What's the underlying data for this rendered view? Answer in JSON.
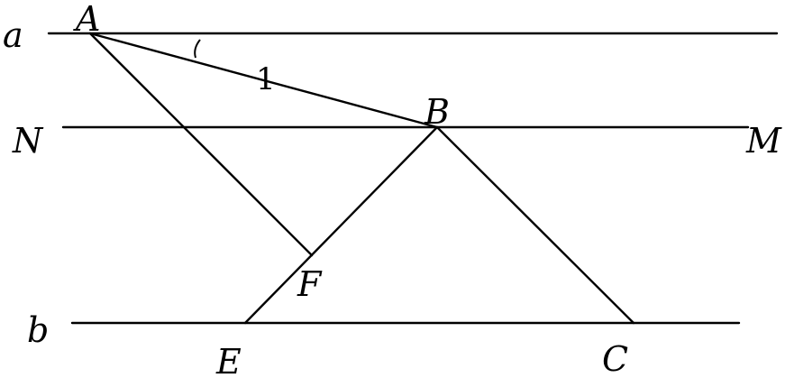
{
  "labels": {
    "line_a": "a",
    "line_b": "b",
    "point_N": "N",
    "point_M": "M",
    "point_A": "A",
    "point_B": "B",
    "point_F": "F",
    "point_E": "E",
    "point_C": "C",
    "angle_1": "1"
  }
}
